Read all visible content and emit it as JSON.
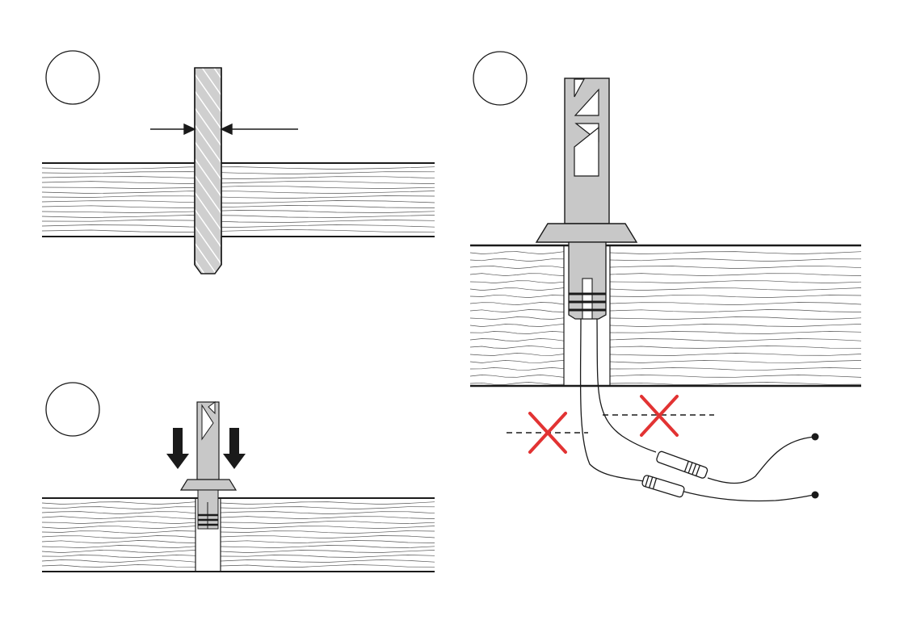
{
  "diagram": {
    "steps": [
      {
        "id": "drill",
        "marker_label": ""
      },
      {
        "id": "insert",
        "marker_label": ""
      },
      {
        "id": "wiring",
        "marker_label": ""
      }
    ],
    "colors": {
      "line": "#1a1a1a",
      "part_fill": "#c8c8c8",
      "part_dark": "#9a9a9a",
      "wrong": "#e23333",
      "background": "#ffffff"
    },
    "icons": [
      "drill-bit-icon",
      "mast-icon",
      "arrow-down-icon",
      "cross-mark-icon",
      "resistor-icon",
      "wire-end-icon"
    ]
  }
}
